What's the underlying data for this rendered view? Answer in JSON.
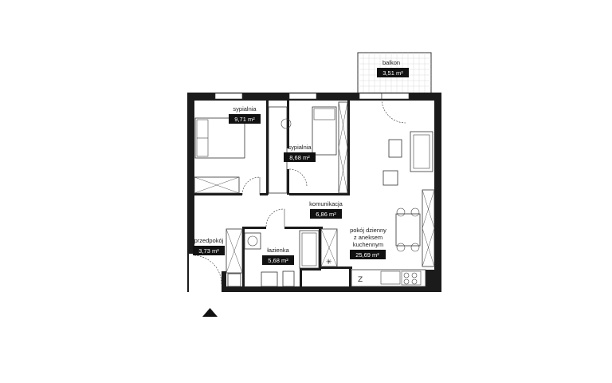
{
  "rooms": [
    {
      "id": "balkon",
      "name": "balkon",
      "area": "3,51 m²"
    },
    {
      "id": "sypialnia1",
      "name": "sypialnia",
      "area": "9,71 m²"
    },
    {
      "id": "sypialnia2",
      "name": "sypialnia",
      "area": "8,68 m²"
    },
    {
      "id": "komunikacja",
      "name": "komunikacja",
      "area": "6,86 m²"
    },
    {
      "id": "pokoj",
      "name_lines": [
        "pokój dzienny",
        "z aneksem",
        "kuchennym"
      ],
      "area": "25,69 m²"
    },
    {
      "id": "przedpokoj",
      "name": "przedpokój",
      "area": "3,73 m²"
    },
    {
      "id": "lazienka",
      "name": "łazienka",
      "area": "5,68 m²"
    }
  ],
  "glyphs": {
    "fridge_symbol": "Z",
    "vent_symbol": "✳"
  },
  "colors": {
    "wall": "#1b1b1b",
    "label_bg": "#111111",
    "label_text": "#ffffff"
  },
  "icons": {
    "entrance": "triangle-up-icon"
  }
}
